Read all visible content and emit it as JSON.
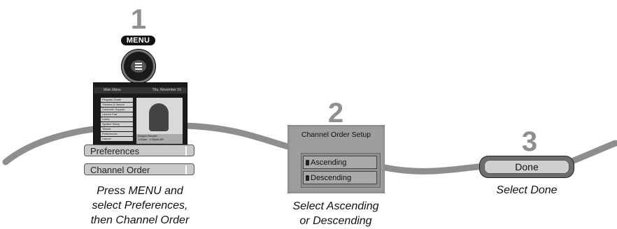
{
  "steps": [
    {
      "number": "1",
      "menu_badge": "MENU",
      "tv_screen": {
        "title": "Main Menu",
        "date": "Thu, November 16",
        "menu_items": [
          "Program Guide",
          "Themes & Search",
          "Customer Support",
          "Launch Pad",
          "Locks",
          "System Setup",
          "Timers",
          "Preferences",
          "Cancel"
        ],
        "info_line_1": "Dragon Booster",
        "info_line_2": "1:00pm - 1:30pm NR"
      },
      "menu_bars": [
        "Preferences",
        "Channel Order"
      ],
      "caption": [
        "Press MENU and",
        "select Preferences,",
        "then Channel Order"
      ]
    },
    {
      "number": "2",
      "screen_title": "Channel Order Setup",
      "options": [
        "Ascending",
        "Descending"
      ],
      "caption": [
        "Select Ascending",
        "or Descending"
      ]
    },
    {
      "number": "3",
      "button_label": "Done",
      "caption": [
        "Select Done"
      ]
    }
  ],
  "colors": {
    "path": "#8e8e8e",
    "step_number": "#8f8f8f"
  }
}
